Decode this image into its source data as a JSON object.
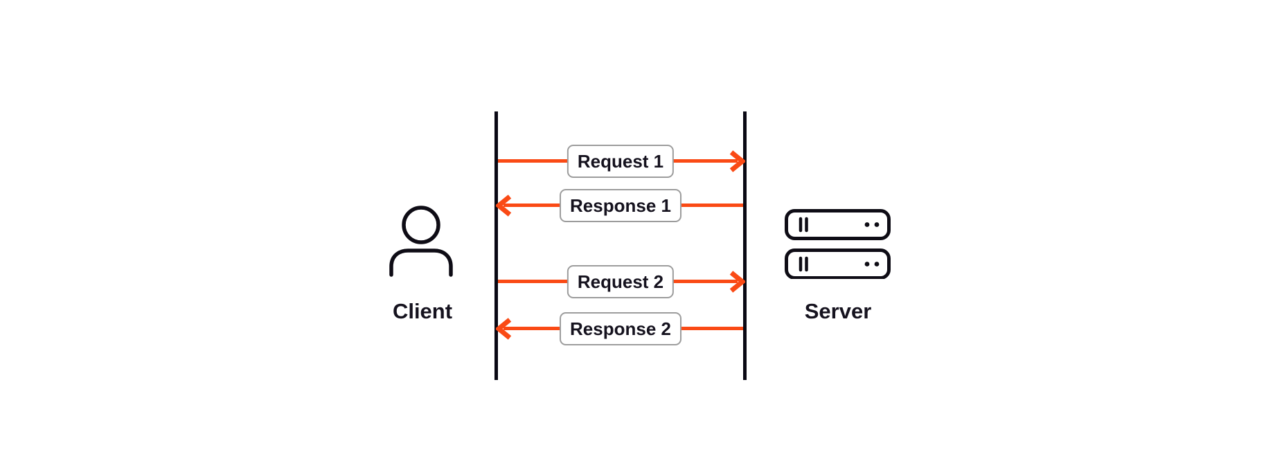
{
  "diagram": {
    "kind": "client-server sequence diagram"
  },
  "actors": {
    "client": {
      "label": "Client",
      "icon": "user-icon"
    },
    "server": {
      "label": "Server",
      "icon": "server-icon"
    }
  },
  "messages": [
    {
      "label": "Request 1",
      "direction": "right",
      "from": "Client",
      "to": "Server"
    },
    {
      "label": "Response 1",
      "direction": "left",
      "from": "Server",
      "to": "Client"
    },
    {
      "label": "Request 2",
      "direction": "right",
      "from": "Client",
      "to": "Server"
    },
    {
      "label": "Response 2",
      "direction": "left",
      "from": "Server",
      "to": "Client"
    }
  ],
  "colors": {
    "accent_orange": "#FA4A15",
    "ink": "#0E0C15",
    "label_border": "#9C9C9C",
    "background": "#FFFFFF"
  }
}
